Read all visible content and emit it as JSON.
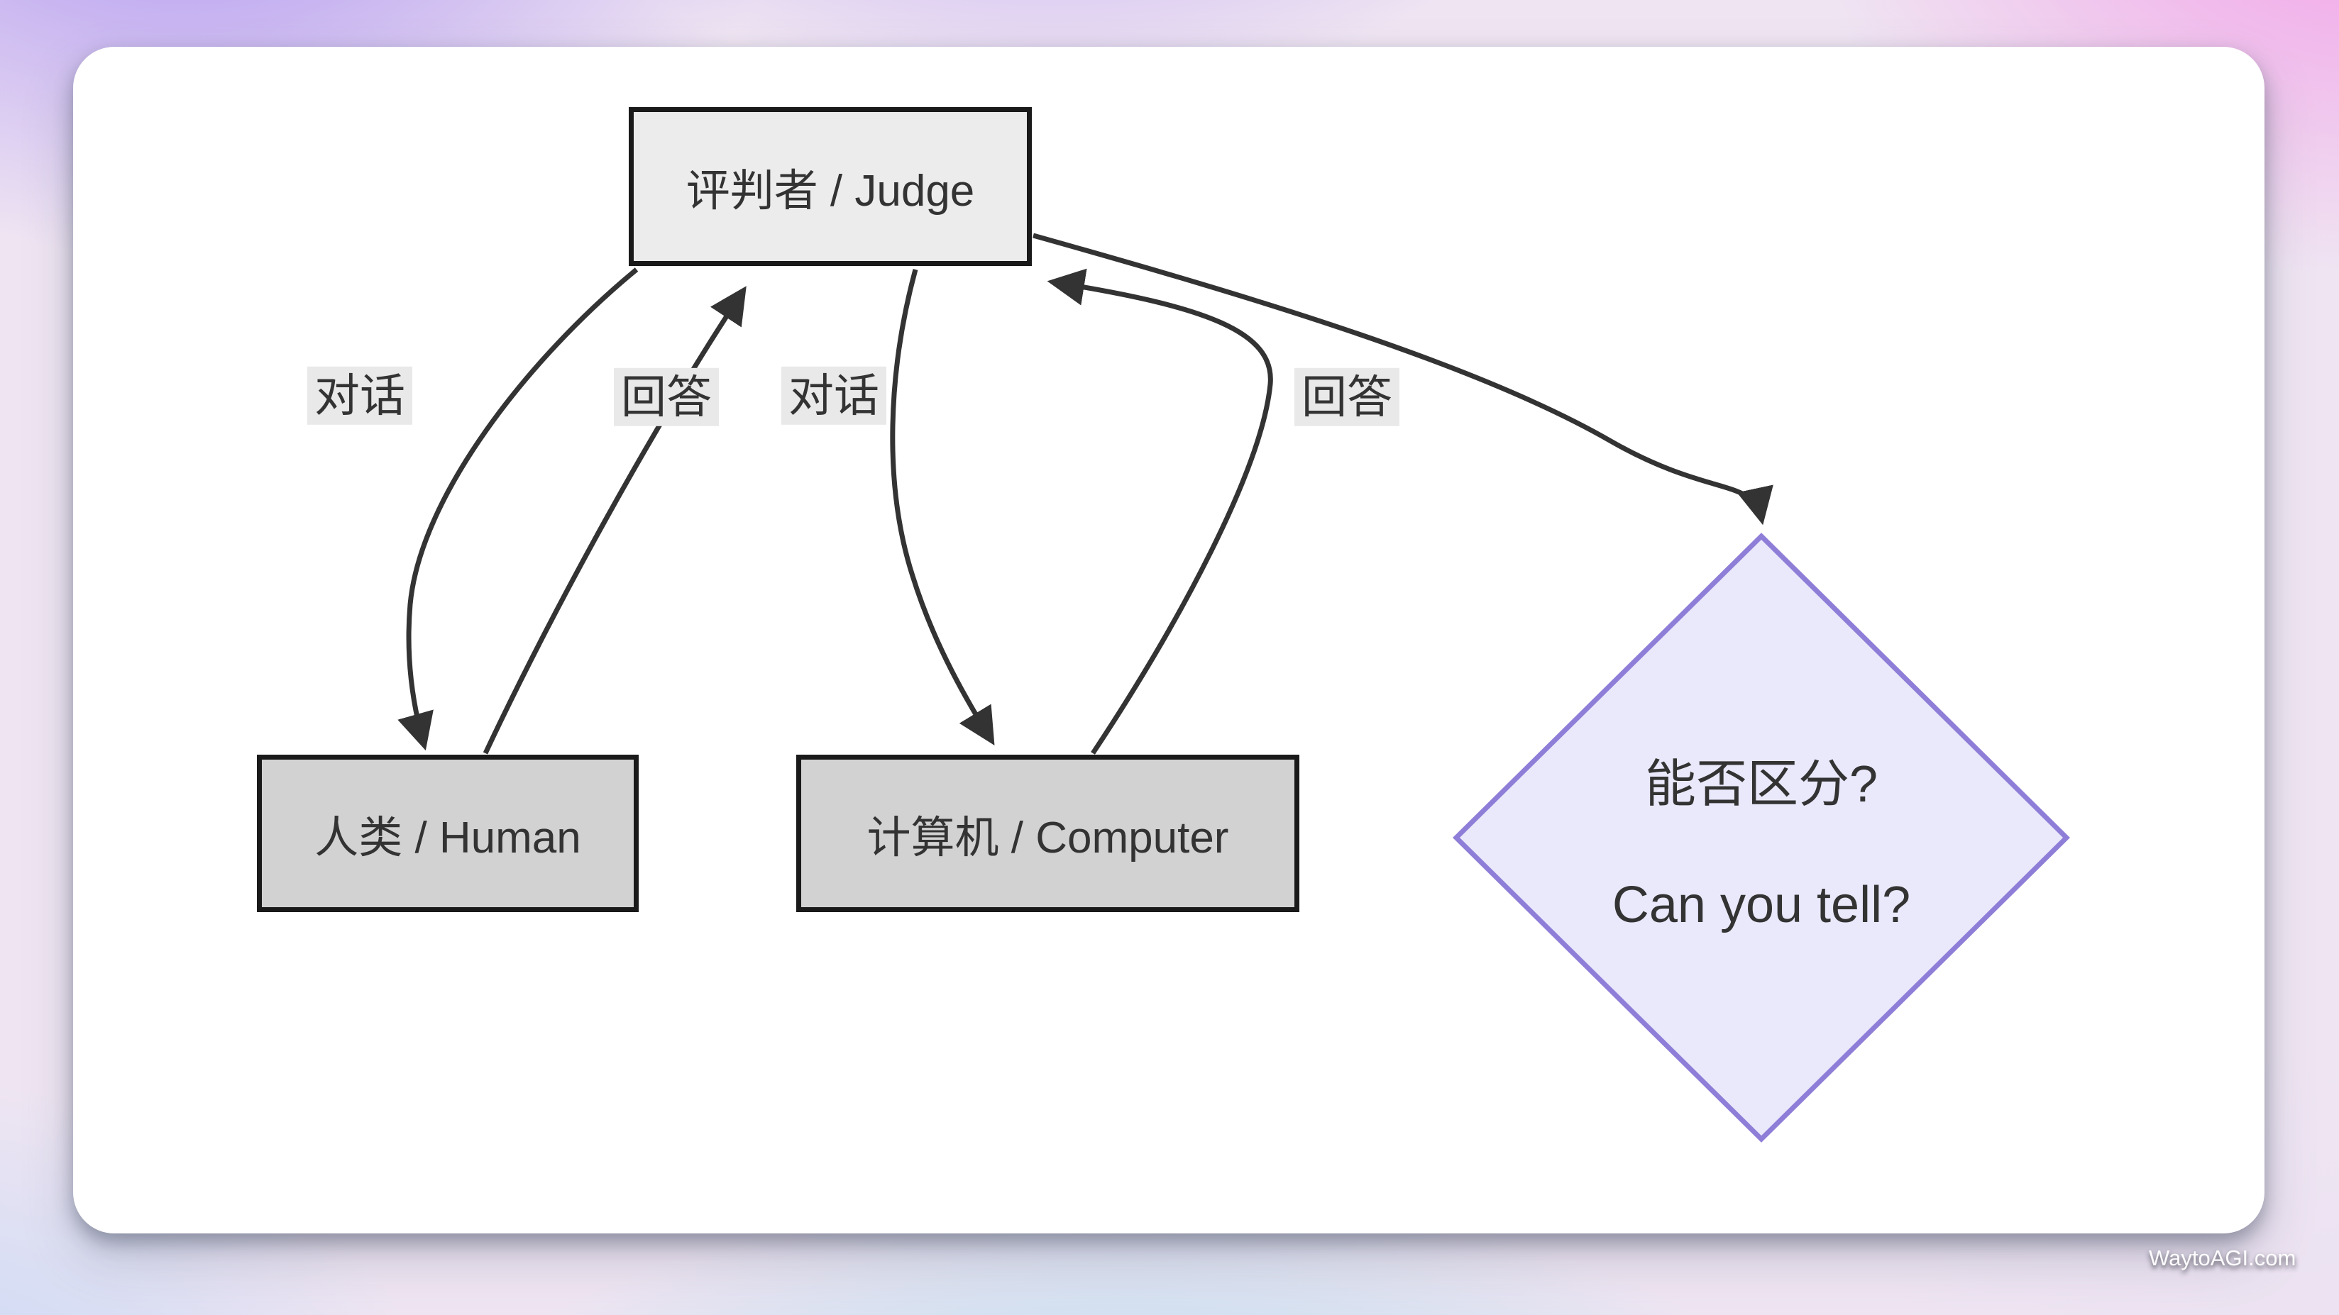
{
  "watermark": {
    "text": "WaytoAGI.com"
  },
  "diagram": {
    "nodes": {
      "judge": {
        "label": "评判者 / Judge"
      },
      "human": {
        "label": "人类 / Human"
      },
      "computer": {
        "label": "计算机 / Computer"
      },
      "decision": {
        "label_zh": "能否区分?",
        "label_en": "Can you tell?"
      }
    },
    "edges": [
      {
        "from": "judge",
        "to": "human",
        "label": "对话"
      },
      {
        "from": "human",
        "to": "judge",
        "label": "回答"
      },
      {
        "from": "judge",
        "to": "computer",
        "label": "对话"
      },
      {
        "from": "computer",
        "to": "judge",
        "label": "回答"
      },
      {
        "from": "judge",
        "to": "decision",
        "label": ""
      }
    ],
    "colors": {
      "edge": "#333333",
      "node_border": "#1a1a1a",
      "judge_fill": "#ececec",
      "actor_fill": "#d2d2d2",
      "diamond_fill": "#e9e9fb",
      "diamond_border": "#8f7ed8",
      "edge_label_bg": "#e9e9e9",
      "text": "#333333",
      "card_bg": "#ffffff"
    }
  }
}
